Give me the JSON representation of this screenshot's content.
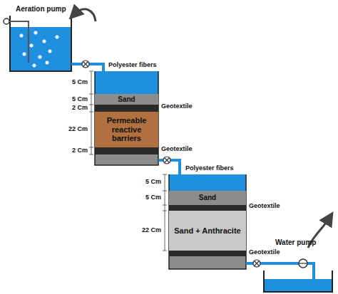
{
  "diagram": {
    "nodes": [
      {
        "text": [
          "Sand"
        ]
      },
      {
        "text": [
          "Permeable reactive barriers"
        ]
      },
      {
        "text": [
          "Sand"
        ]
      },
      {
        "text": [
          "Sand + Anthracite"
        ]
      }
    ],
    "labels": [
      "Aeration pump",
      "Polyester fibers",
      "5 Cm",
      "5 Cm",
      "2 Cm",
      "22 Cm",
      "2 Cm",
      "Geotextile",
      "Geotextile",
      "Polyester fibers",
      "5 Cm",
      "5 Cm",
      "22 Cm",
      "Geotextile",
      "Geotextile",
      "Water pump"
    ]
  }
}
